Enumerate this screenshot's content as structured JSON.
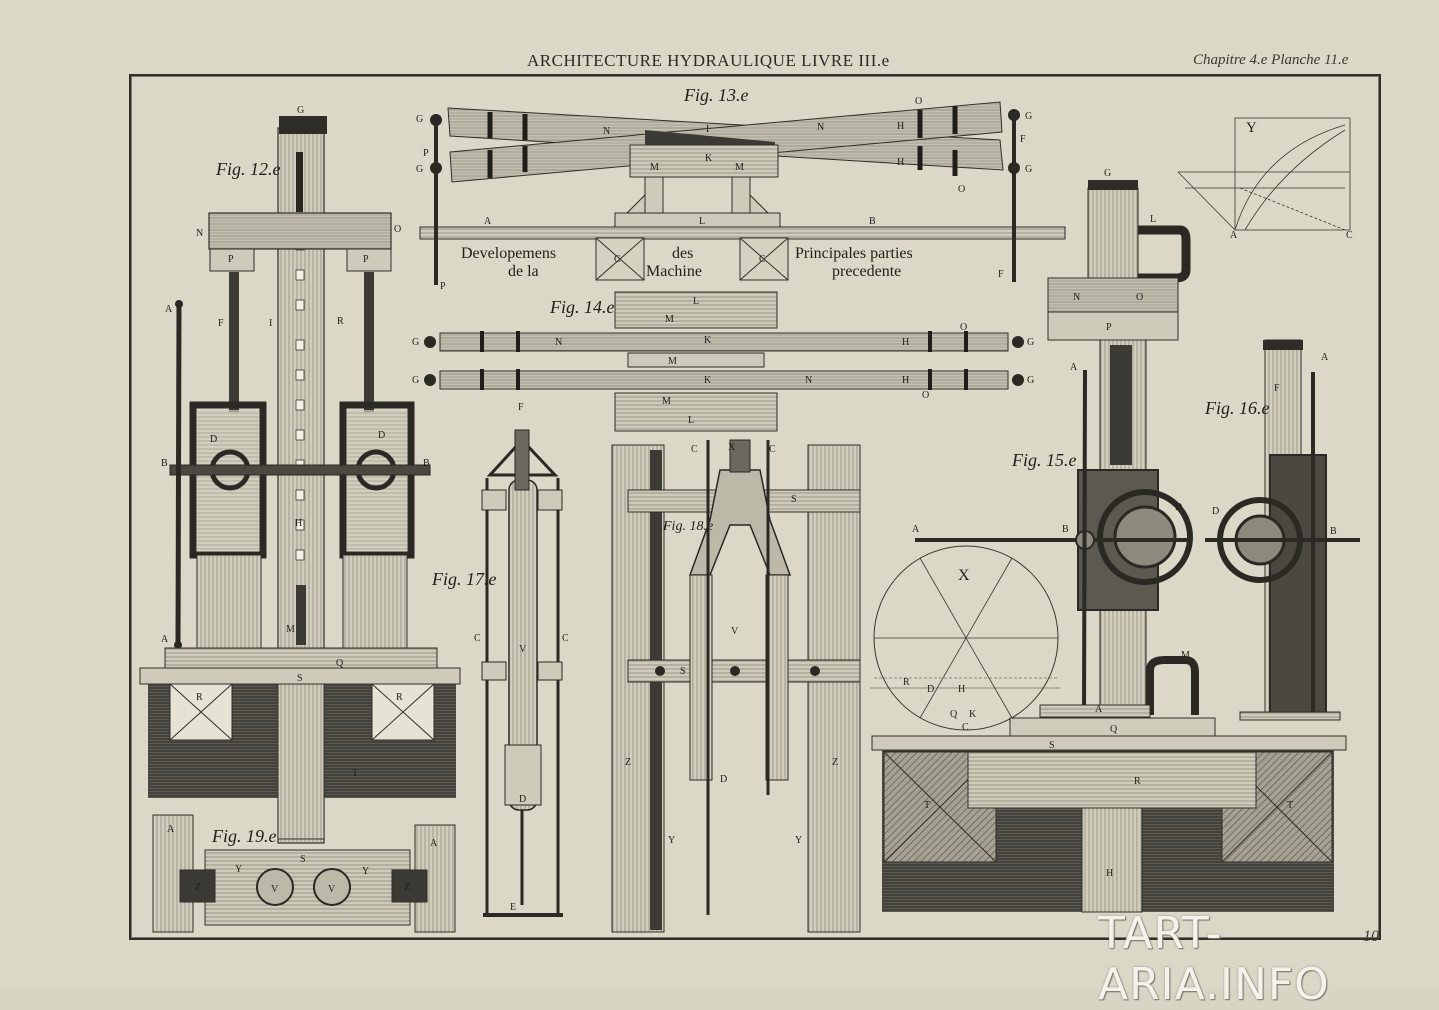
{
  "header": {
    "title": "ARCHITECTURE HYDRAULIQUE LIVRE III.e",
    "chapter": "Chapitre 4.e Planche 11.e"
  },
  "figures": {
    "fig12": "Fig. 12.e",
    "fig13": "Fig. 13.e",
    "fig14": "Fig. 14.e",
    "fig15": "Fig. 15.e",
    "fig16": "Fig. 16.e",
    "fig17": "Fig. 17.e",
    "fig18": "Fig. 18.e",
    "fig19": "Fig. 19.e"
  },
  "caption": {
    "line1a": "Developemens",
    "line1b": "des",
    "line1c": "Principales parties",
    "line2a": "de la",
    "line2b": "Machine",
    "line2c": "precedente"
  },
  "letters": {
    "A": "A",
    "B": "B",
    "C": "C",
    "D": "D",
    "E": "E",
    "F": "F",
    "G": "G",
    "H": "H",
    "I": "I",
    "K": "K",
    "L": "L",
    "M": "M",
    "N": "N",
    "O": "O",
    "P": "P",
    "Q": "Q",
    "R": "R",
    "S": "S",
    "T": "T",
    "V": "V",
    "X": "X",
    "Y": "Y",
    "Z": "Z"
  },
  "watermark": "TART-ARIA.INFO",
  "page_number": "10",
  "colors": {
    "paper": "#dcd8c8",
    "ink": "#1f1e1a",
    "hatch_light": "#b5b1a2",
    "hatch_dark": "#3b3a34"
  }
}
